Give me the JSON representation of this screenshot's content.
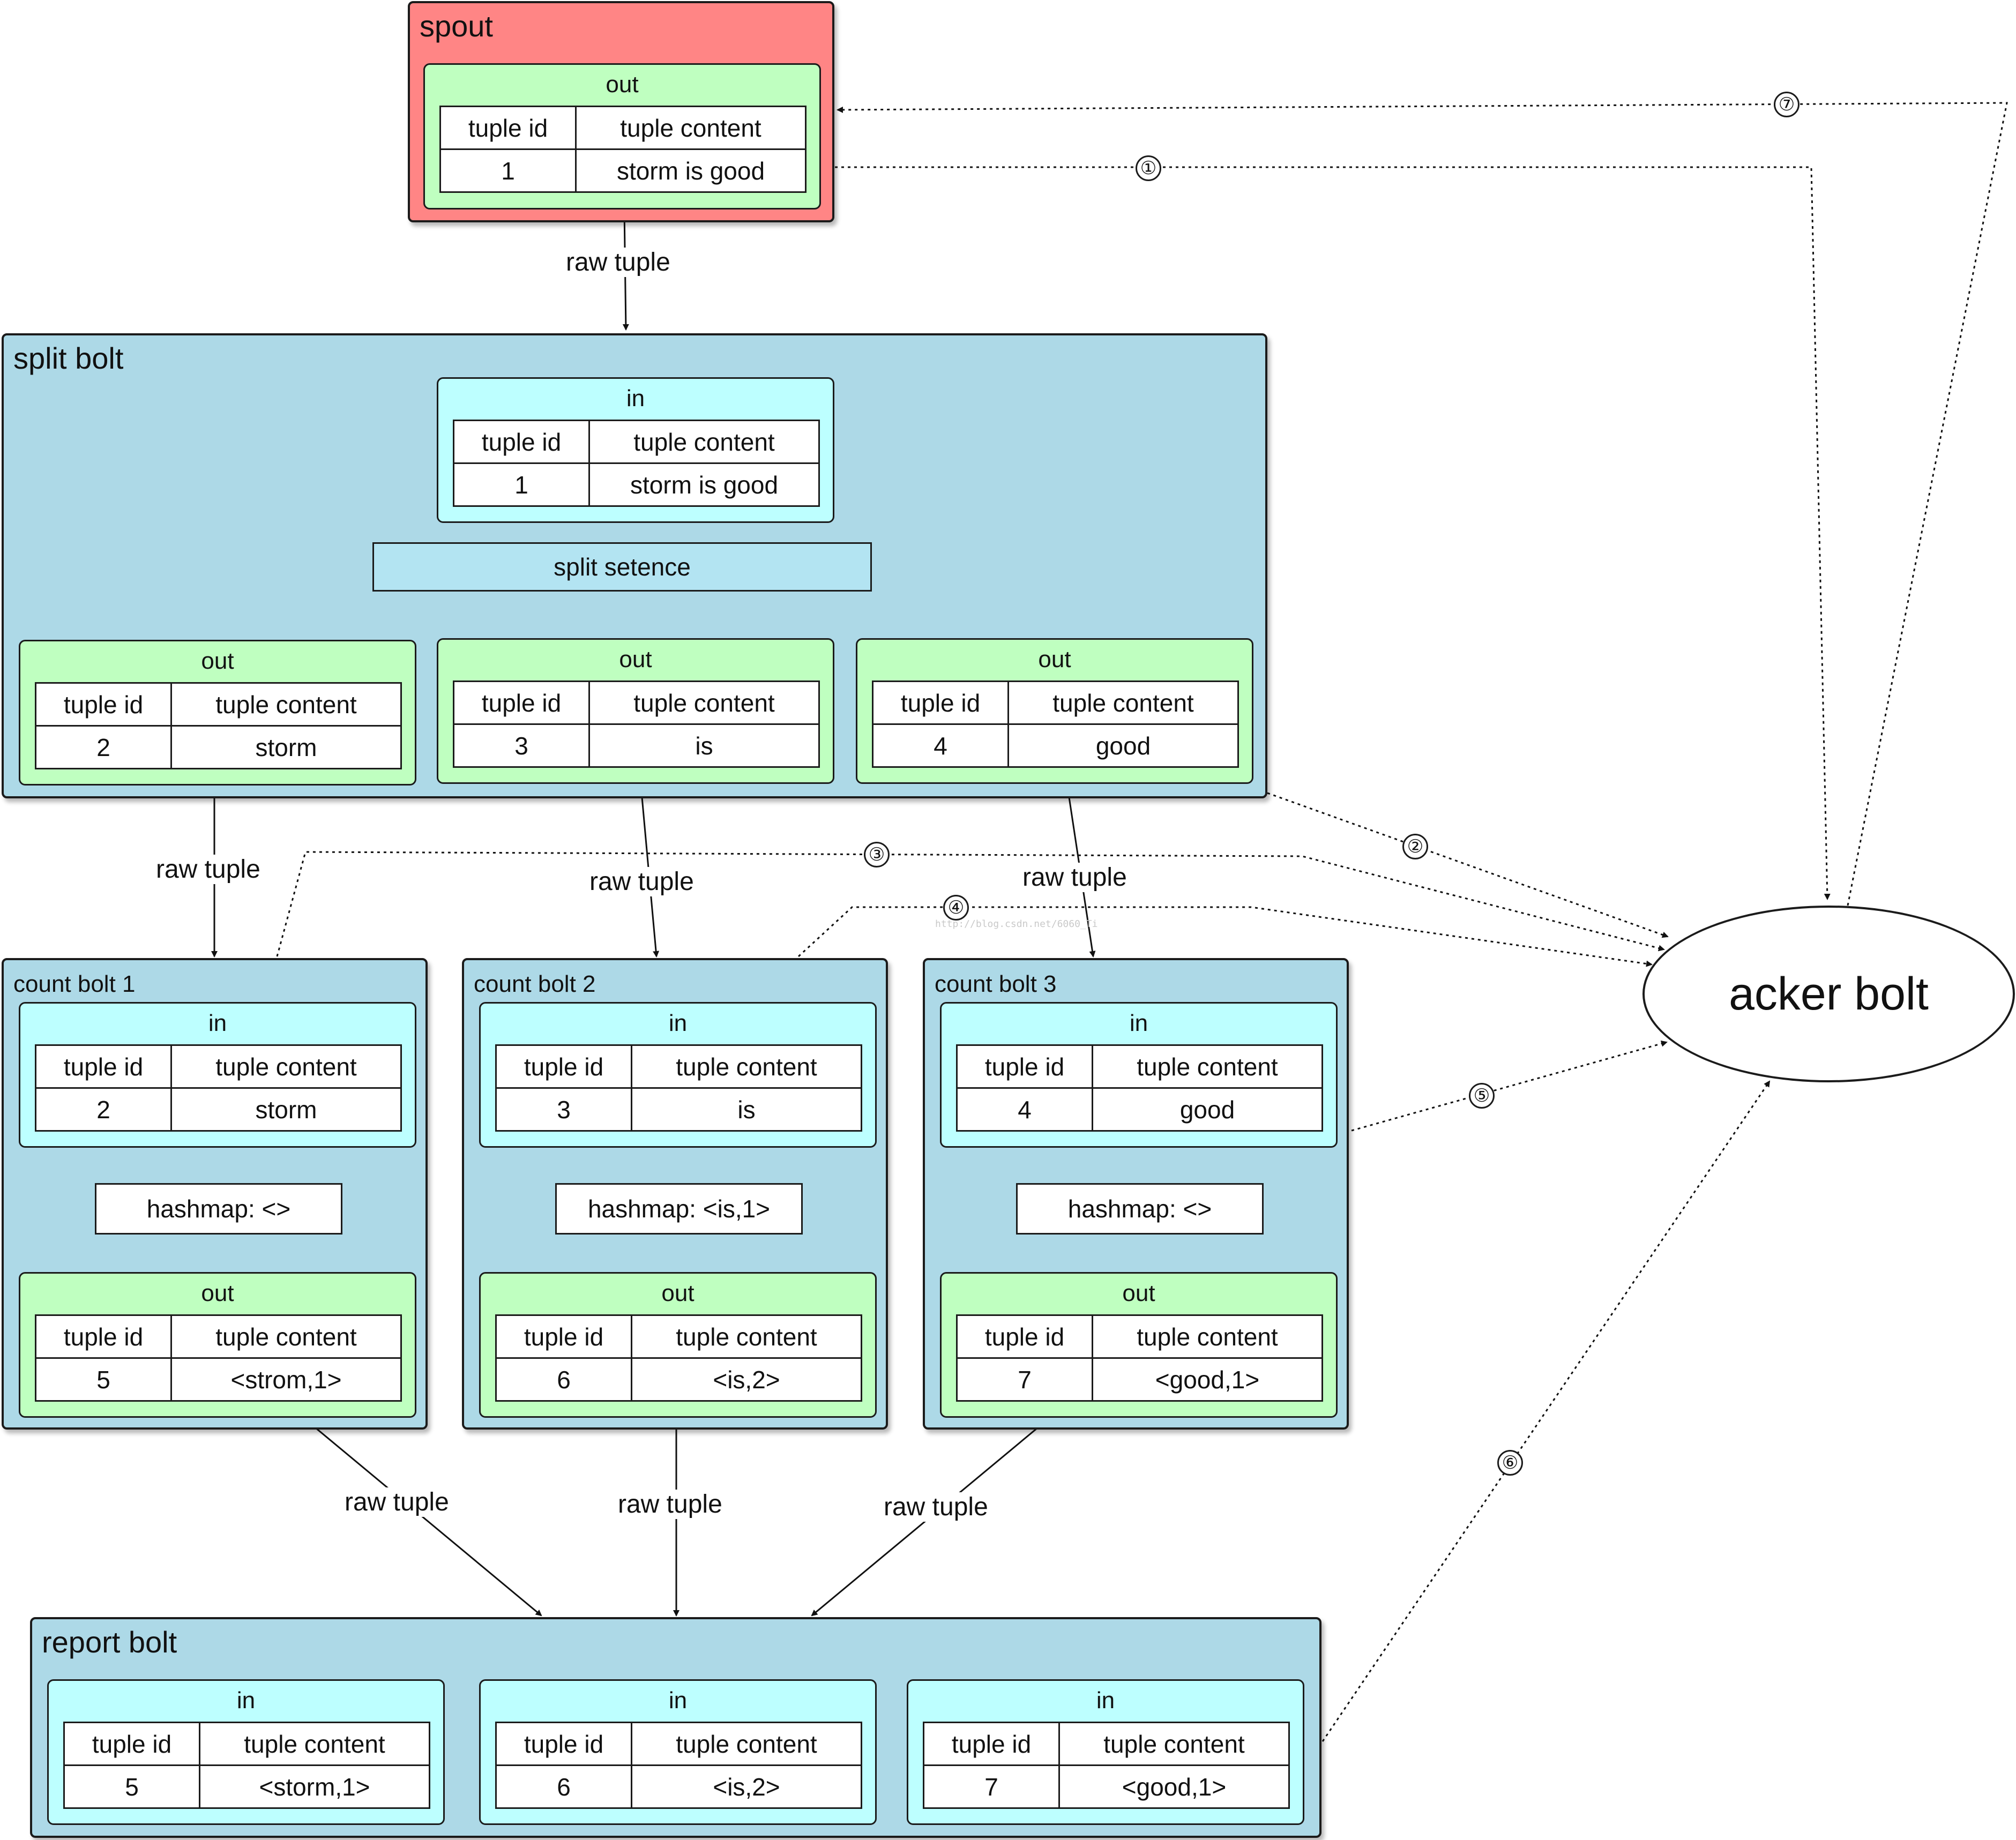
{
  "col_id": "tuple id",
  "col_content": "tuple content",
  "box_out": "out",
  "box_in": "in",
  "arrow_label": "raw tuple",
  "spout": {
    "title": "spout",
    "out": {
      "id": "1",
      "content": "storm is good"
    }
  },
  "split_bolt": {
    "title": "split bolt",
    "in": {
      "id": "1",
      "content": "storm is good"
    },
    "op": "split setence",
    "outs": [
      {
        "id": "2",
        "content": "storm"
      },
      {
        "id": "3",
        "content": "is"
      },
      {
        "id": "4",
        "content": "good"
      }
    ]
  },
  "count_bolts": [
    {
      "title": "count bolt 1",
      "in": {
        "id": "2",
        "content": "storm"
      },
      "hashmap": "hashmap: <>",
      "out": {
        "id": "5",
        "content": "<strom,1>"
      }
    },
    {
      "title": "count bolt 2",
      "in": {
        "id": "3",
        "content": "is"
      },
      "hashmap": "hashmap: <is,1>",
      "out": {
        "id": "6",
        "content": "<is,2>"
      }
    },
    {
      "title": "count bolt 3",
      "in": {
        "id": "4",
        "content": "good"
      },
      "hashmap": "hashmap: <>",
      "out": {
        "id": "7",
        "content": "<good,1>"
      }
    }
  ],
  "report_bolt": {
    "title": "report bolt",
    "ins": [
      {
        "id": "5",
        "content": "<storm,1>"
      },
      {
        "id": "6",
        "content": "<is,2>"
      },
      {
        "id": "7",
        "content": "<good,1>"
      }
    ]
  },
  "acker": {
    "title": "acker bolt"
  },
  "steps": [
    "①",
    "②",
    "③",
    "④",
    "⑤",
    "⑥",
    "⑦"
  ],
  "watermark": "http://blog.csdn.net/6060_Ti"
}
